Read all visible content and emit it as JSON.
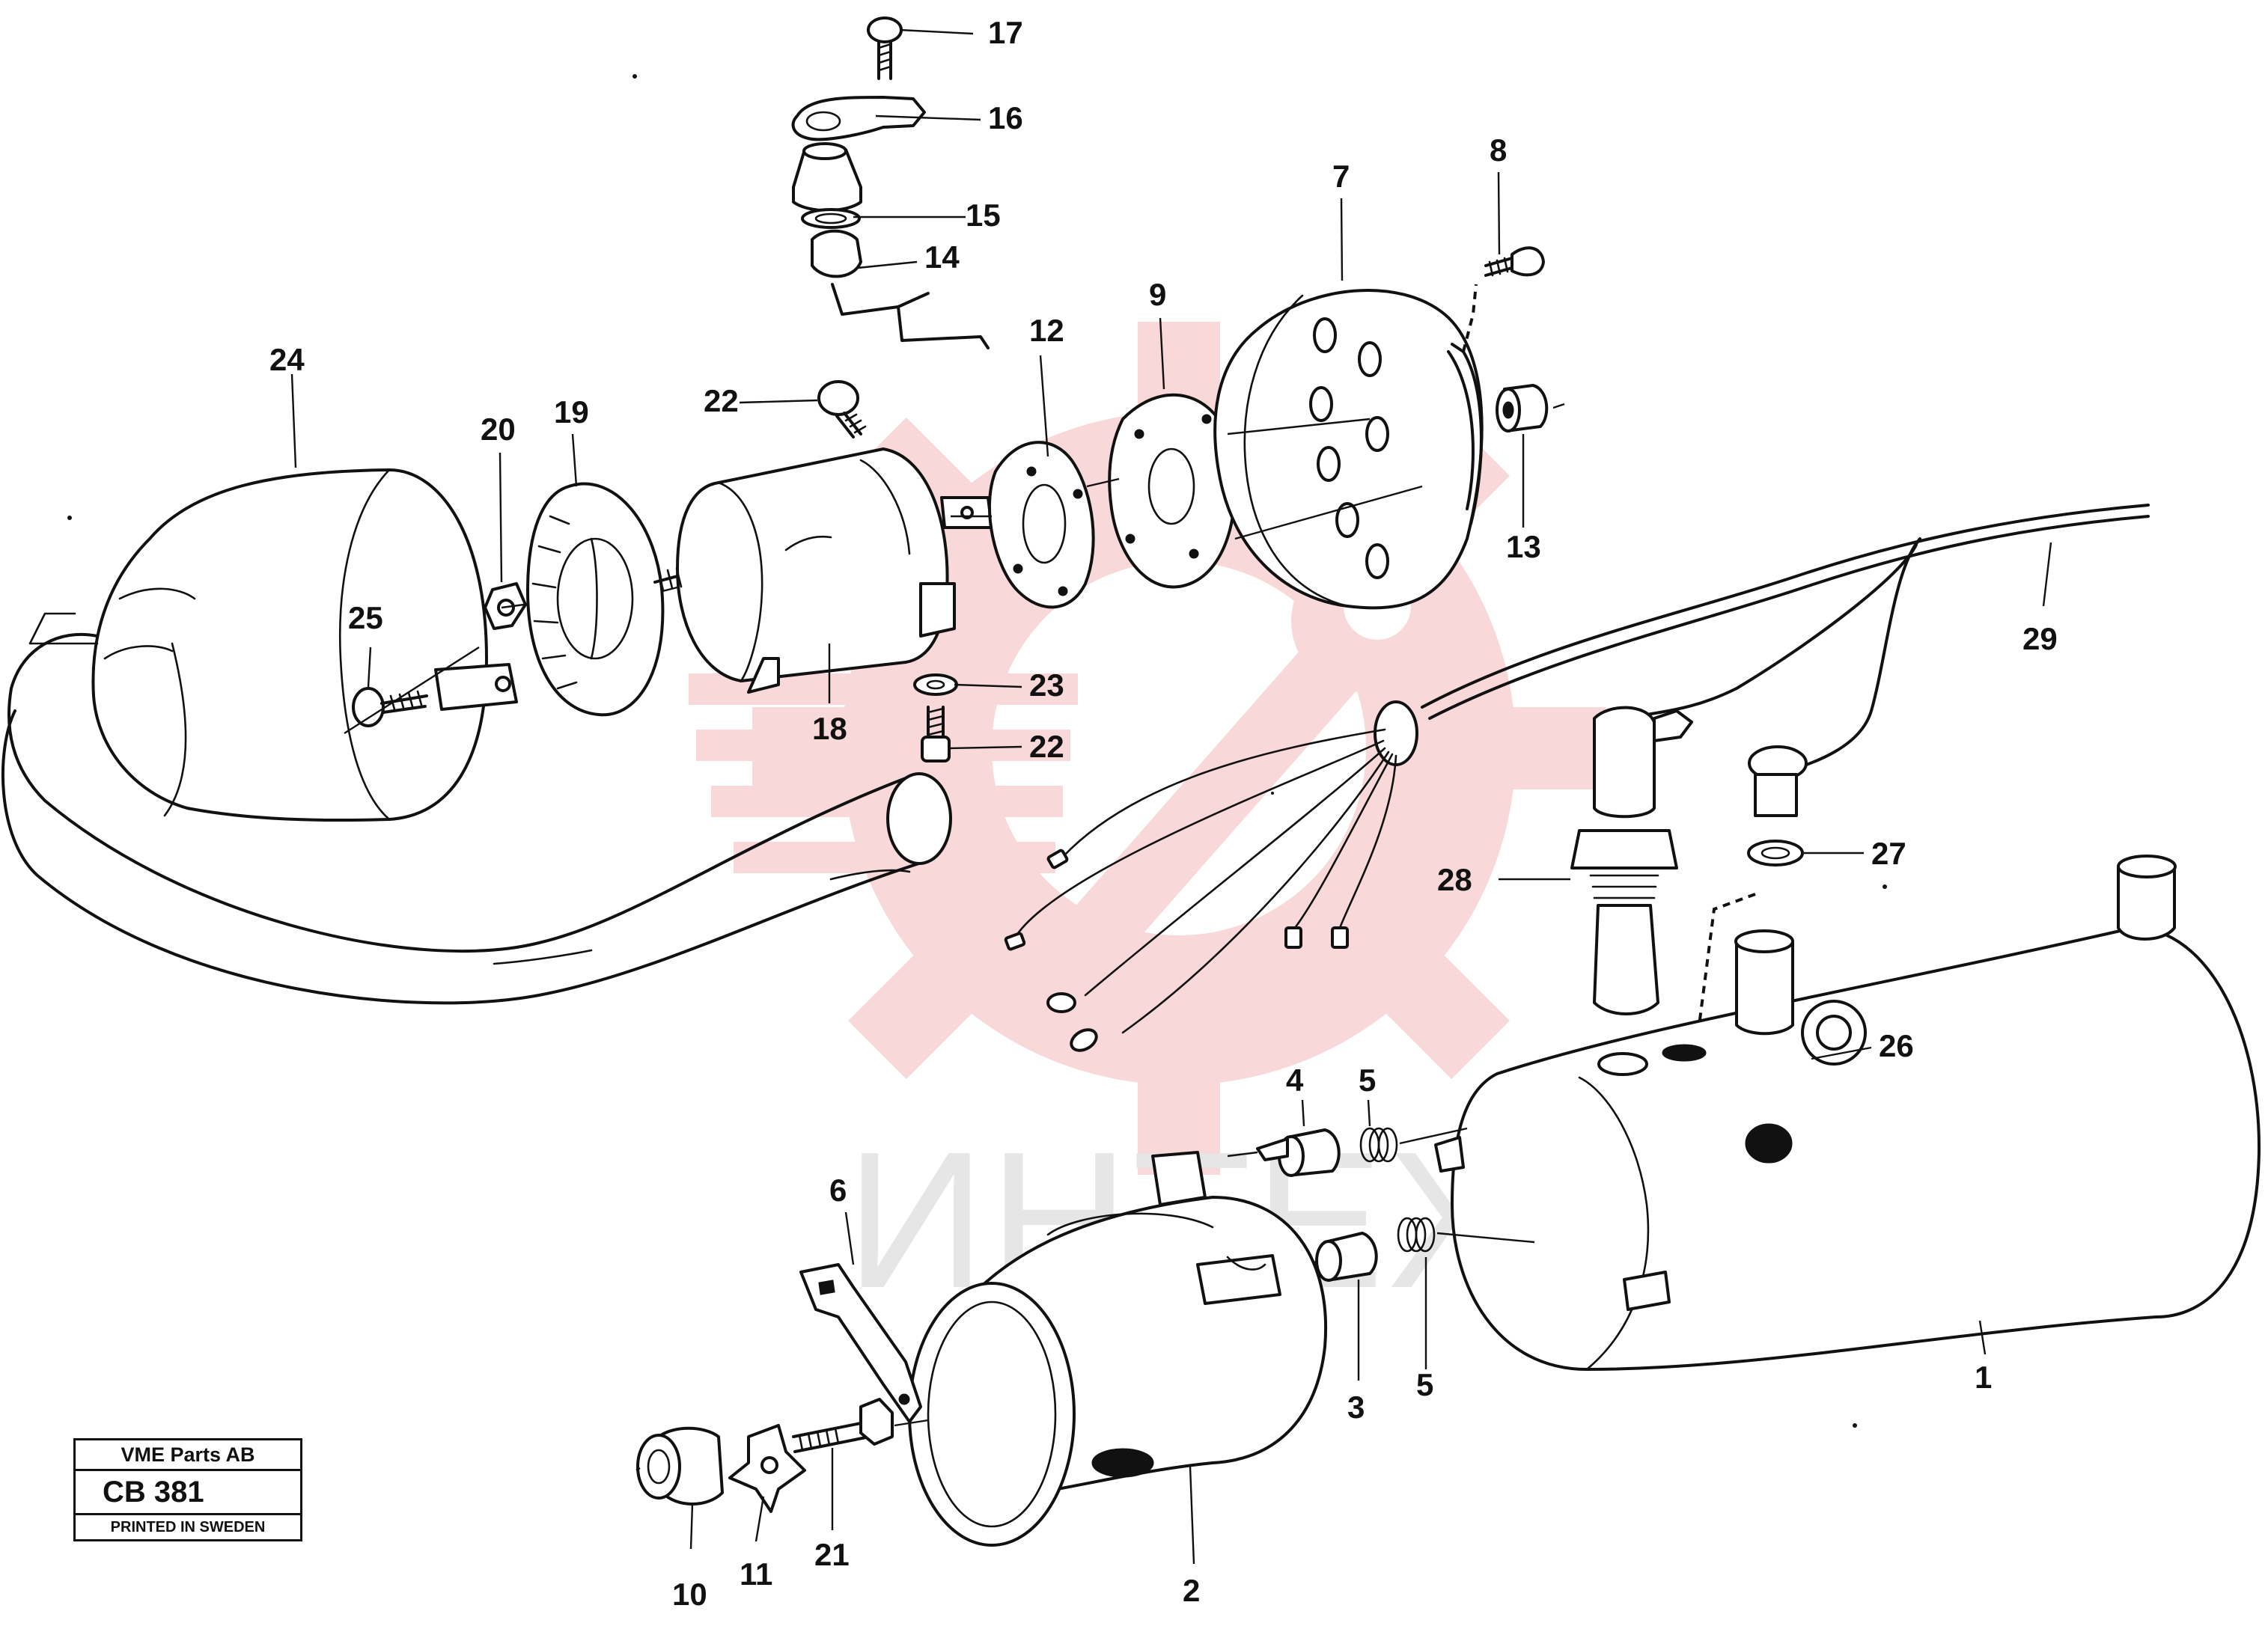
{
  "diagram": {
    "part_numbers": [
      "1",
      "2",
      "3",
      "4",
      "5",
      "5",
      "6",
      "7",
      "8",
      "9",
      "10",
      "11",
      "12",
      "13",
      "14",
      "15",
      "16",
      "17",
      "18",
      "19",
      "20",
      "21",
      "22",
      "22",
      "23",
      "24",
      "25",
      "26",
      "27",
      "28",
      "29"
    ]
  },
  "stamp": {
    "company": "VME Parts AB",
    "code": "CB 381",
    "printed": "PRINTED IN SWEDEN"
  },
  "watermark": {
    "text": "ИНТЕХ",
    "color": "#f2b8b8"
  }
}
